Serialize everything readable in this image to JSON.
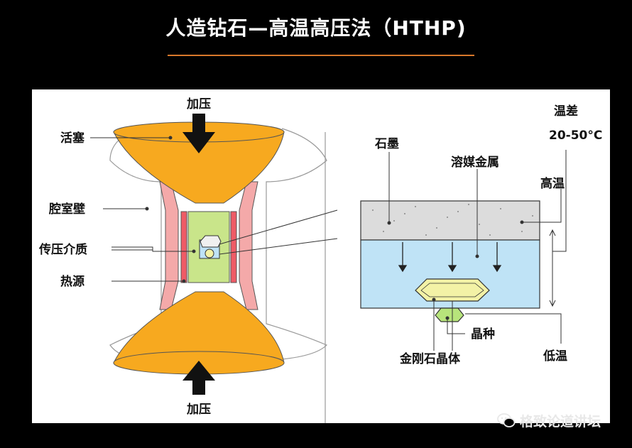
{
  "title": "人造钻石—高温高压法（HTHP)",
  "colors": {
    "accent_line": "#d9782b",
    "anvil": "#f7a91f",
    "chamber_wall": "#f4a9a9",
    "heater": "#ef5b66",
    "medium": "#c9e58a",
    "graphite": "#dcdcdc",
    "metal_solvent": "#bfe3f6",
    "diamond": "#f3f2a6",
    "seed": "#b7e47b"
  },
  "left_diagram": {
    "press_top": "加压",
    "press_bottom": "加压",
    "piston": "活塞",
    "chamber_wall": "腔室壁",
    "pressure_medium": "传压介质",
    "heat_source": "热源"
  },
  "right_diagram": {
    "graphite": "石墨",
    "metal_solvent": "溶媒金属",
    "temp_diff_label": "温差",
    "temp_diff_value": "20-50°C",
    "high_temp": "高温",
    "low_temp": "低温",
    "seed_crystal": "晶种",
    "diamond_crystal": "金刚石晶体"
  },
  "watermark": {
    "text": "格致论道讲坛",
    "icon": "wechat-bubble-icon"
  }
}
